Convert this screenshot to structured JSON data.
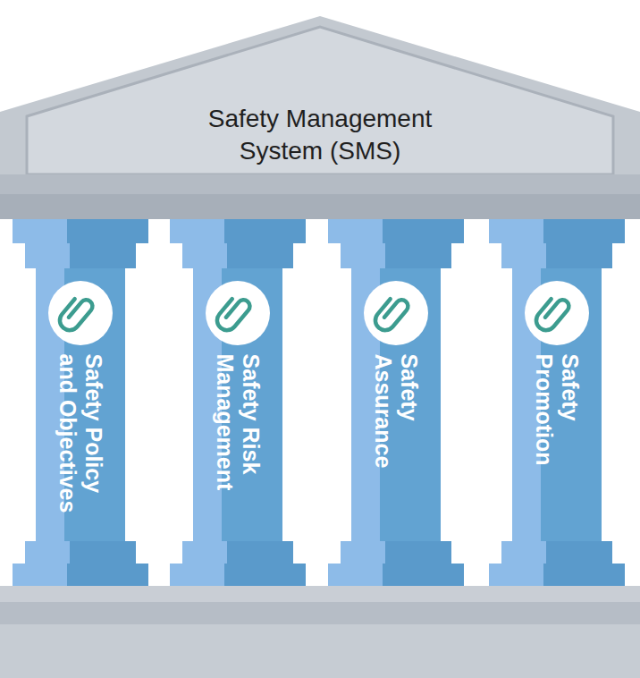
{
  "diagram": {
    "nodes": [
      {
        "text": [
          "Safety Management System (SMS)"
        ]
      },
      {
        "text": [
          "Safety Policy and Objectives"
        ]
      },
      {
        "text": [
          "Safety Risk Management"
        ]
      },
      {
        "text": [
          "Safety Assurance"
        ]
      },
      {
        "text": [
          "Safety Promotion"
        ]
      }
    ]
  }
}
